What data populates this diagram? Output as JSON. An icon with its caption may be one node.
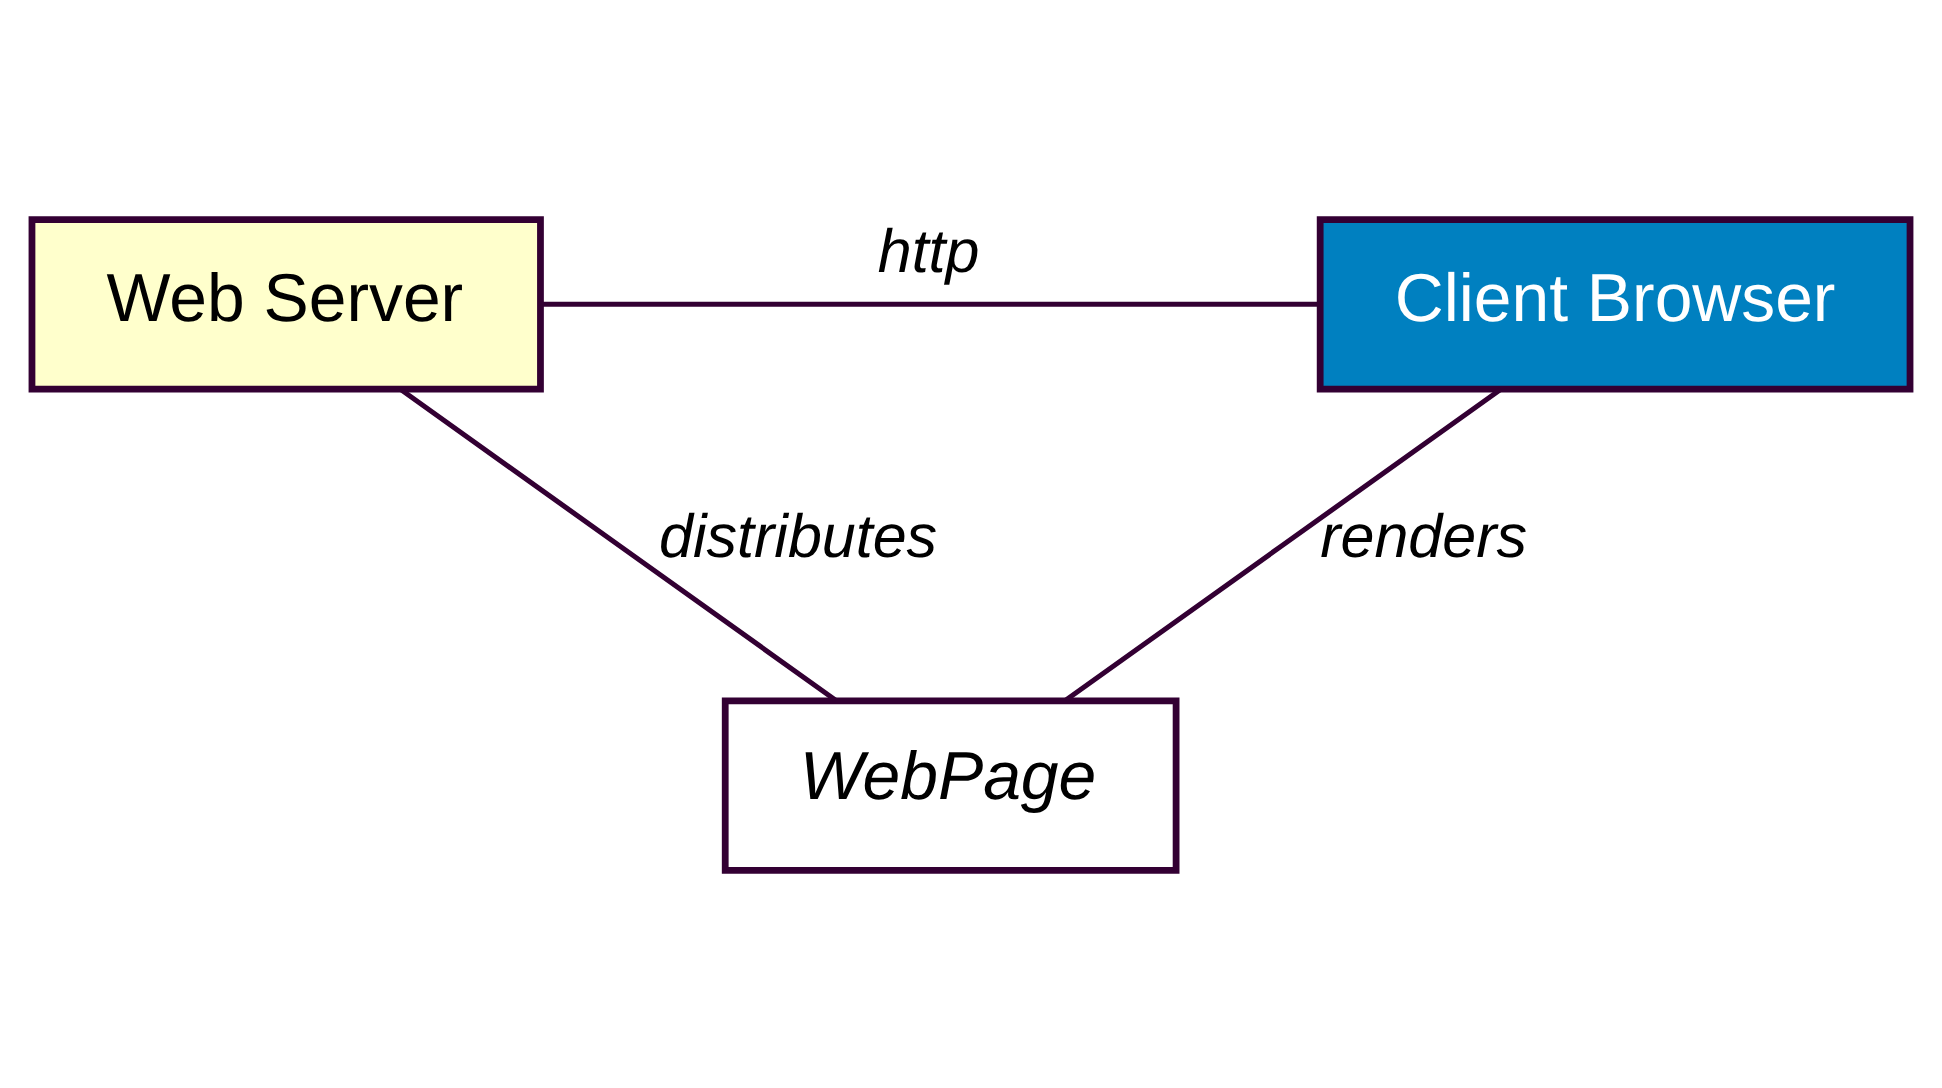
{
  "diagram": {
    "nodes": [
      {
        "text": [
          "Web Server"
        ]
      },
      {
        "text": [
          "Client Browser"
        ]
      },
      {
        "text": [
          "WebPage"
        ]
      }
    ],
    "edges": [
      {
        "from": 0,
        "to": 1,
        "arrow": "none",
        "label": "http"
      },
      {
        "from": 0,
        "to": 2,
        "arrow": "none",
        "label": "distributes"
      },
      {
        "from": 1,
        "to": 2,
        "arrow": "none",
        "label": "renders"
      }
    ]
  }
}
